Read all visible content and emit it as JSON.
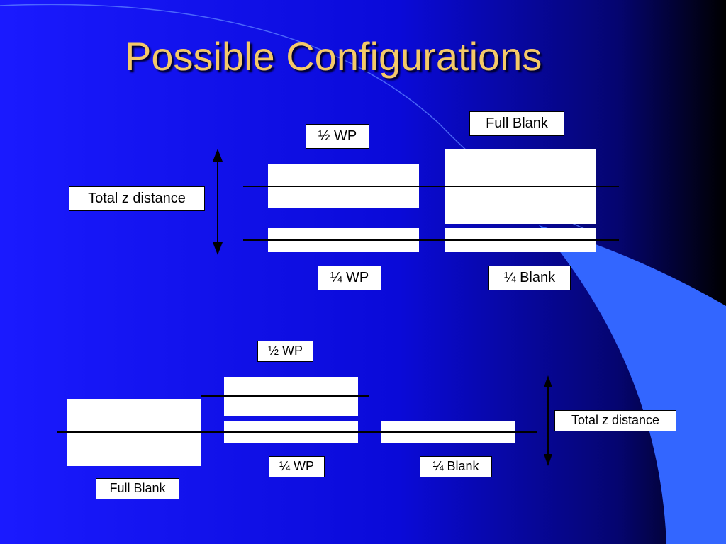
{
  "slide": {
    "title": "Possible Configurations",
    "colors": {
      "background_start": "#1a1aff",
      "background_end": "#000000",
      "swoosh": "#3366ff",
      "title": "#f4c968"
    }
  },
  "config_top": {
    "half_wp_label": "½ WP",
    "full_blank_label": "Full Blank",
    "total_z_label": "Total z distance",
    "quarter_wp_label": "¼ WP",
    "quarter_blank_label": "¼ Blank"
  },
  "config_bottom": {
    "half_wp_label": "½ WP",
    "quarter_wp_label": "¼ WP",
    "quarter_blank_label": "¼ Blank",
    "full_blank_label": "Full Blank",
    "total_z_label": "Total z distance"
  }
}
